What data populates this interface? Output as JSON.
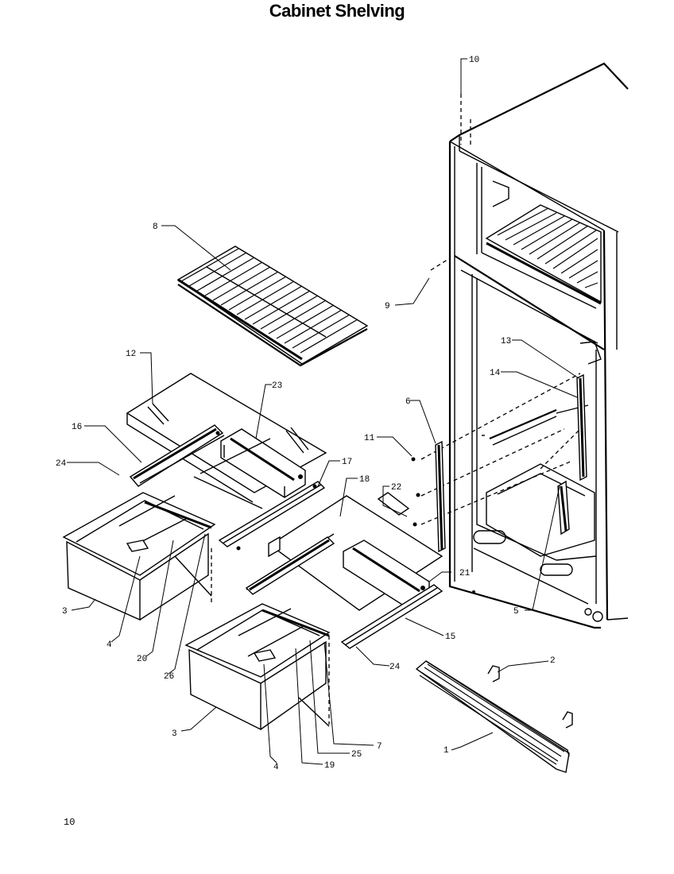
{
  "page": {
    "title": "Cabinet Shelving",
    "page_number": "10"
  },
  "callouts": {
    "c1": "1",
    "c2": "2",
    "c3a": "3",
    "c3b": "3",
    "c4a": "4",
    "c4b": "4",
    "c5": "5",
    "c6": "6",
    "c7": "7",
    "c8": "8",
    "c9": "9",
    "c10": "10",
    "c11": "11",
    "c12": "12",
    "c13": "13",
    "c14": "14",
    "c15": "15",
    "c16": "16",
    "c17": "17",
    "c18": "18",
    "c19": "19",
    "c20": "20",
    "c21": "21",
    "c22": "22",
    "c23": "23",
    "c24a": "24",
    "c24b": "24",
    "c25": "25",
    "c26": "26"
  }
}
